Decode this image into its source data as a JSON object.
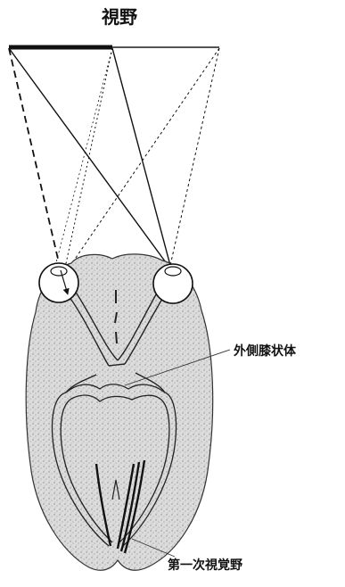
{
  "title": "視野",
  "labels": {
    "lgn": "外側膝状体",
    "v1": "第一次視覚野"
  },
  "colors": {
    "ink": "#111111",
    "brain_fill": "#d9d9d9",
    "background": "#ffffff"
  }
}
